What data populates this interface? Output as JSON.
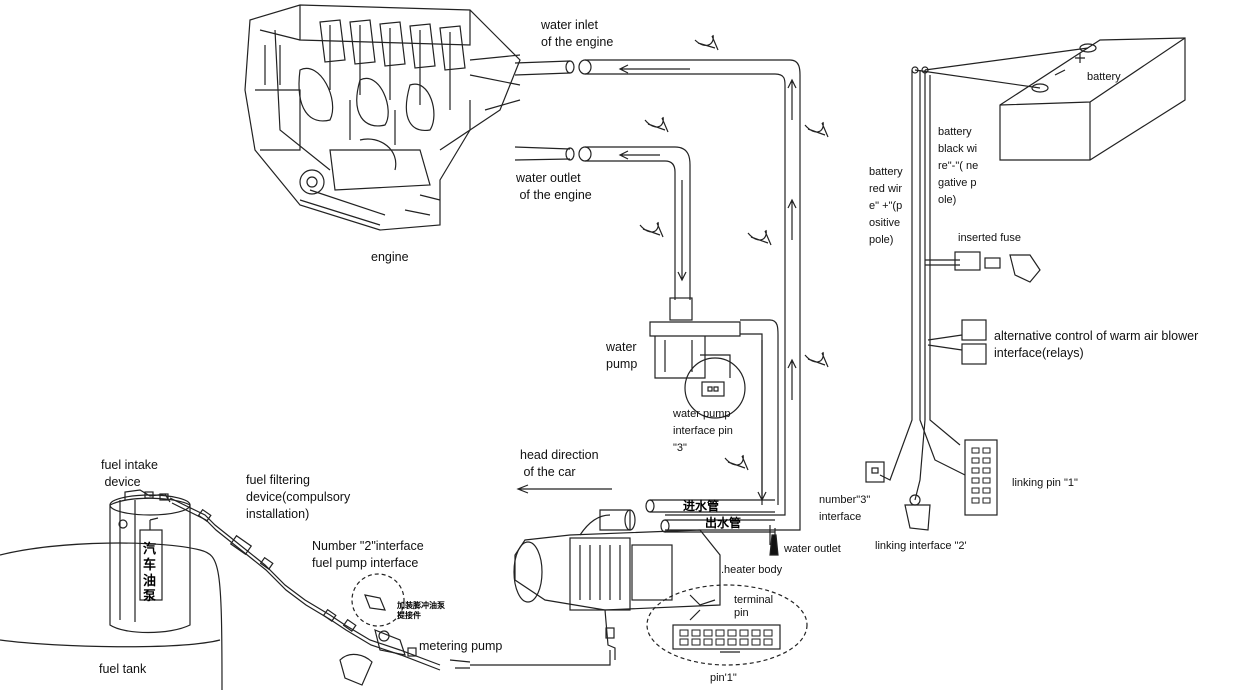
{
  "labels": {
    "water_inlet": "water inlet\nof the engine",
    "water_outlet_engine": "water outlet\n of the engine",
    "engine": "engine",
    "water_pump": "water\npump",
    "water_pump_interface": "water pump\ninterface pin\n\"3\"",
    "head_direction": "head direction\n of the car",
    "fuel_intake": "fuel intake\n device",
    "fuel_filtering": "fuel filtering\ndevice(compulsory\ninstallation)",
    "fuel_pump_interface": "Number \"2\"interface\nfuel pump interface",
    "metering_pump": "metering pump",
    "fuel_tank": "fuel tank",
    "battery": "battery",
    "battery_black": "battery black wire\"-\"( negative pole)",
    "battery_red": "battery red wire\" +\"(positive pole)",
    "inserted_fuse": "inserted fuse",
    "blower_relay": "alternative control of warm air blower\ninterface(relays)",
    "number3_interface": "number\"3\"\ninterface",
    "linking_pin1": "linking pin \"1\"",
    "linking_interface2": "linking interface \"2'",
    "water_outlet": "water outlet",
    "heater_body": ".heater body",
    "terminal_pin": "terminal\npin",
    "pin1": "pin'1\"",
    "inlet_pipe_cn": "进水管",
    "outlet_pipe_cn": "出水管",
    "tank_cn": "汽车油泵",
    "pump_note_cn": "加装膨冲油泵\n提接件"
  },
  "colors": {
    "line": "#222222",
    "paper": "#ffffff"
  }
}
